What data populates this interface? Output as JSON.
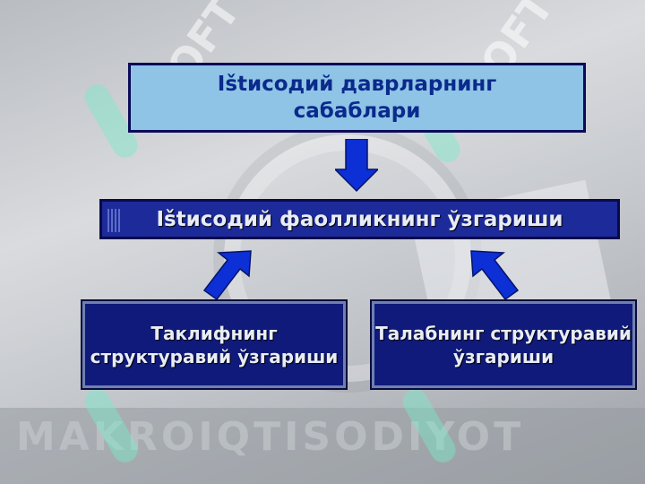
{
  "diagram": {
    "top_box": "Ištисодий даврларнинг сабаблари",
    "middle_box": "Ištисодий фаолликнинг ўзгариши",
    "bottom_left_box": "Таклифнинг структуравий ўзгариши",
    "bottom_right_box": "Талабнинг структуравий ўзгариши"
  },
  "background": {
    "banner_text": "MAKROIQTISODIYOT",
    "watermark_text": "SOFT"
  },
  "colors": {
    "top_box_fill": "#8fc4e6",
    "top_box_text": "#0a2a8c",
    "mid_box_fill": "#1d2a9a",
    "bottom_box_fill": "#101a7a",
    "arrow_fill": "#0c2fd6",
    "watermark": "#78ebc8"
  }
}
